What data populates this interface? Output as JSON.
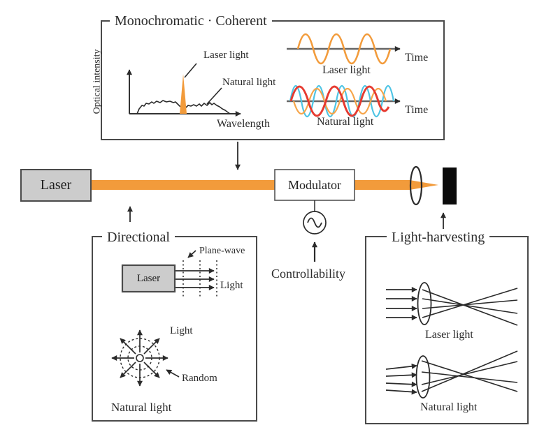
{
  "colors": {
    "beam": "#f29b3b",
    "wave_orange": "#f6a54a",
    "wave_cyan": "#4ec4e4",
    "wave_red": "#e63a30",
    "box_border": "#4a4a4a",
    "ink": "#2b2b2b",
    "axis_gray": "#666666",
    "laser_fill": "#cccccc"
  },
  "top_box": {
    "title": "Monochromatic · Coherent",
    "spectrum": {
      "ylabel": "Optical intensity",
      "xlabel": "Wavelength",
      "laser_label": "Laser light",
      "natural_label": "Natural light"
    },
    "waves": {
      "time1": "Time",
      "caption1": "Laser light",
      "time2": "Time",
      "caption2": "Natural light"
    }
  },
  "beamline": {
    "laser": "Laser",
    "modulator": "Modulator"
  },
  "controllability": {
    "label": "Controllability"
  },
  "directional": {
    "title": "Directional",
    "laser": "Laser",
    "plane_wave": "Plane-wave",
    "light_beam": "Light",
    "light_radial": "Light",
    "random": "Random",
    "caption": "Natural light"
  },
  "harvesting": {
    "title": "Light-harvesting",
    "caption1": "Laser light",
    "caption2": "Natural light"
  }
}
